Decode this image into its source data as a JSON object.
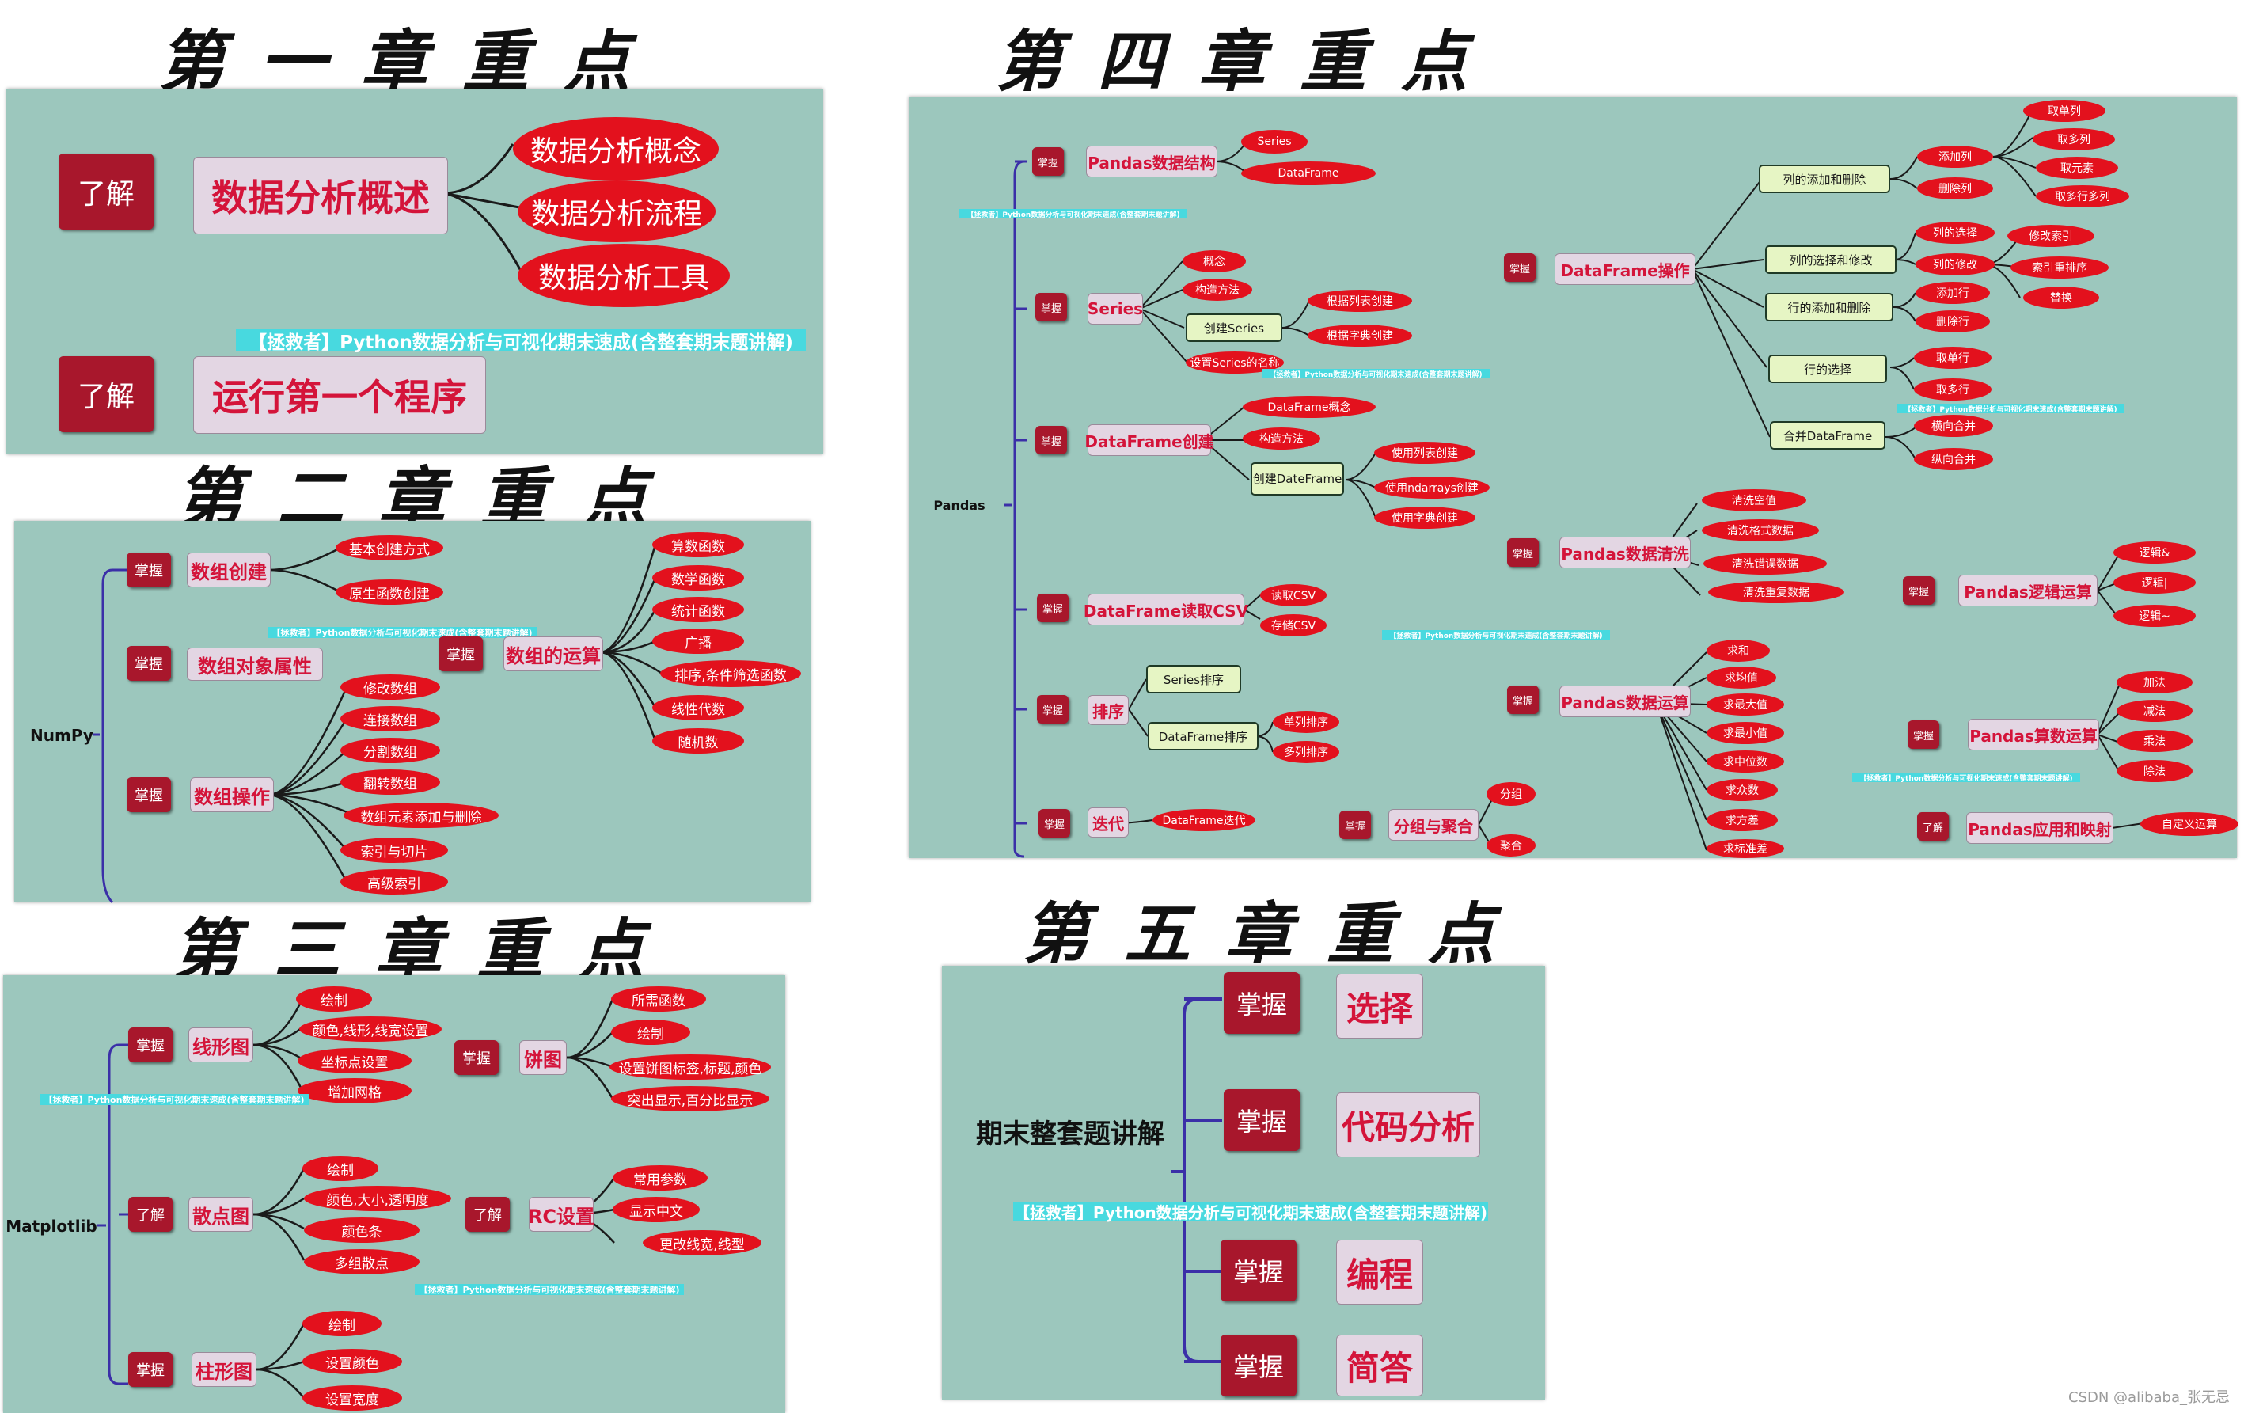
{
  "titles": {
    "ch1": "第一章重点",
    "ch2": "第二章重点",
    "ch3": "第三章重点",
    "ch4": "第四章重点",
    "ch5": "第五章重点"
  },
  "watermark": "【拯救者】Python数据分析与可视化期末速成(含整套期末题讲解)",
  "footer": "CSDN @alibaba_张无忌",
  "ch1": {
    "tag1": "了解",
    "topic1": "数据分析概述",
    "leaves": [
      "数据分析概念",
      "数据分析流程",
      "数据分析工具"
    ],
    "tag2": "了解",
    "topic2": "运行第一个程序"
  },
  "ch2": {
    "root": "NumPy",
    "b1": {
      "tag": "掌握",
      "topic": "数组创建",
      "leaves": [
        "基本创建方式",
        "原生函数创建"
      ]
    },
    "b2": {
      "tag": "掌握",
      "topic": "数组对象属性"
    },
    "b3": {
      "tag": "掌握",
      "topic": "数组操作",
      "leaves": [
        "修改数组",
        "连接数组",
        "分割数组",
        "翻转数组",
        "数组元素添加与删除",
        "索引与切片",
        "高级索引"
      ]
    },
    "b4": {
      "tag": "掌握",
      "topic": "数组的运算",
      "leaves": [
        "算数函数",
        "数学函数",
        "统计函数",
        "广播",
        "排序,条件筛选函数",
        "线性代数",
        "随机数"
      ]
    }
  },
  "ch3": {
    "root": "Matplotlib",
    "b1": {
      "tag": "掌握",
      "topic": "线形图",
      "leaves": [
        "绘制",
        "颜色,线形,线宽设置",
        "坐标点设置",
        "增加网格"
      ]
    },
    "b2": {
      "tag": "了解",
      "topic": "散点图",
      "leaves": [
        "绘制",
        "颜色,大小,透明度",
        "颜色条",
        "多组散点"
      ]
    },
    "b3": {
      "tag": "掌握",
      "topic": "柱形图",
      "leaves": [
        "绘制",
        "设置颜色",
        "设置宽度"
      ]
    },
    "b4": {
      "tag": "掌握",
      "topic": "饼图",
      "leaves": [
        "所需函数",
        "绘制",
        "设置饼图标签,标题,颜色",
        "突出显示,百分比显示"
      ]
    },
    "b5": {
      "tag": "了解",
      "topic": "RC设置",
      "leaves": [
        "常用参数",
        "显示中文",
        "更改线宽,线型"
      ]
    }
  },
  "ch4": {
    "root": "Pandas",
    "tag_master": "掌握",
    "tag_know": "了解",
    "structure": {
      "topic": "Pandas数据结构",
      "leaves": [
        "Series",
        "DataFrame"
      ]
    },
    "series": {
      "topic": "Series",
      "leaves": [
        "概念",
        "构造方法",
        "设置Series的名称"
      ],
      "sub": "创建Series",
      "sub_leaves": [
        "根据列表创建",
        "根据字典创建"
      ]
    },
    "dfcreate": {
      "topic": "DataFrame创建",
      "leaves": [
        "DataFrame概念",
        "构造方法"
      ],
      "sub": "创建DateFrame",
      "sub_leaves": [
        "使用列表创建",
        "使用ndarrays创建",
        "使用字典创建"
      ]
    },
    "csv": {
      "topic": "DataFrame读取CSV",
      "leaves": [
        "读取CSV",
        "存储CSV"
      ]
    },
    "sort": {
      "topic": "排序",
      "subs": [
        "Series排序",
        "DataFrame排序"
      ],
      "sub_leaves": [
        "单列排序",
        "多列排序"
      ]
    },
    "iter": {
      "topic": "迭代",
      "leaves": [
        "DataFrame迭代"
      ]
    },
    "group": {
      "topic": "分组与聚合",
      "leaves": [
        "分组",
        "聚合"
      ]
    },
    "dfops": {
      "topic": "DataFrame操作",
      "subs": [
        "列的添加和删除",
        "列的选择和修改",
        "行的添加和删除",
        "行的选择",
        "合并DataFrame"
      ],
      "add_col": "添加列",
      "del_col": "删除列",
      "add_col_leaves": [
        "取单列",
        "取多列",
        "取元素",
        "取多行多列"
      ],
      "sel_col": "列的选择",
      "mod_col": "列的修改",
      "mod_col_leaves": [
        "修改索引",
        "索引重排序",
        "替换"
      ],
      "add_row": "添加行",
      "del_row": "删除行",
      "sel_row_leaves": [
        "取单行",
        "取多行"
      ],
      "merge_leaves": [
        "横向合并",
        "纵向合并"
      ]
    },
    "clean": {
      "topic": "Pandas数据清洗",
      "leaves": [
        "清洗空值",
        "清洗格式数据",
        "清洗错误数据",
        "清洗重复数据"
      ]
    },
    "stats": {
      "topic": "Pandas数据运算",
      "leaves": [
        "求和",
        "求均值",
        "求最大值",
        "求最小值",
        "求中位数",
        "求众数",
        "求方差",
        "求标准差"
      ]
    },
    "logic": {
      "topic": "Pandas逻辑运算",
      "leaves": [
        "逻辑&",
        "逻辑|",
        "逻辑~"
      ]
    },
    "arith": {
      "topic": "Pandas算数运算",
      "leaves": [
        "加法",
        "减法",
        "乘法",
        "除法"
      ]
    },
    "apply": {
      "topic": "Pandas应用和映射",
      "leaves": [
        "自定义运算"
      ]
    }
  },
  "ch5": {
    "root": "期末整套题讲解",
    "items": [
      {
        "tag": "掌握",
        "topic": "选择"
      },
      {
        "tag": "掌握",
        "topic": "代码分析"
      },
      {
        "tag": "掌握",
        "topic": "编程"
      },
      {
        "tag": "掌握",
        "topic": "简答"
      }
    ]
  },
  "colors": {
    "panel": "#9cc7bd",
    "tag": "#a8172c",
    "topic_text": "#d4143a",
    "leaf": "#e3111d",
    "sub_fill": "#e6f5c4",
    "bracket": "#3b2fa8"
  }
}
